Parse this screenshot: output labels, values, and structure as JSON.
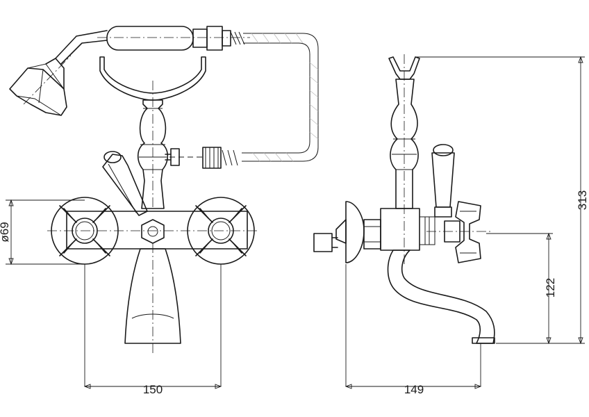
{
  "dimensions": {
    "width_front": "150",
    "width_side": "149",
    "height_total": "313",
    "height_spout": "122",
    "diameter_flange": "ø69"
  }
}
